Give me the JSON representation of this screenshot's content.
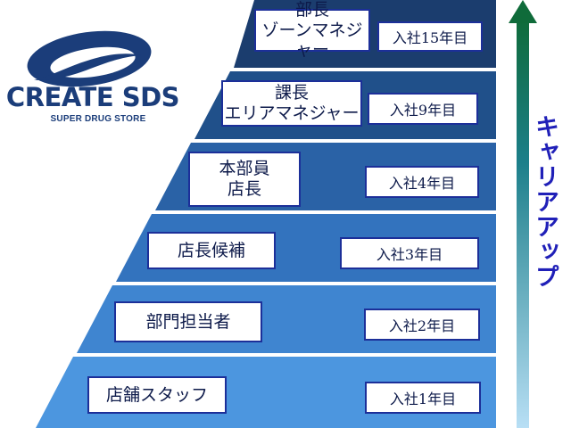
{
  "logo": {
    "brand": "CREATE SDS",
    "tagline": "SUPER DRUG STORE"
  },
  "career_label": "キャリアアップ",
  "tiers": [
    {
      "title": "部長",
      "subtitle": "ゾーンマネジャー",
      "year": "入社15年目",
      "color": "#1b3d6e"
    },
    {
      "title": "課長",
      "subtitle": "エリアマネジャー",
      "year": "入社9年目",
      "color": "#20508a"
    },
    {
      "title": "本部員",
      "subtitle": "店長",
      "year": "入社4年目",
      "color": "#2a62a6"
    },
    {
      "title": "店長候補",
      "subtitle": "",
      "year": "入社3年目",
      "color": "#3373be"
    },
    {
      "title": "部門担当者",
      "subtitle": "",
      "year": "入社2年目",
      "color": "#3f85d0"
    },
    {
      "title": "店舗スタッフ",
      "subtitle": "",
      "year": "入社1年目",
      "color": "#4c96df"
    }
  ],
  "colors": {
    "box_border": "#1c2f99",
    "arrow_top": "#0f6b3a",
    "arrow_bottom": "#b8dff5",
    "career_text": "#2020b8",
    "logo": "#1b3d7a"
  }
}
